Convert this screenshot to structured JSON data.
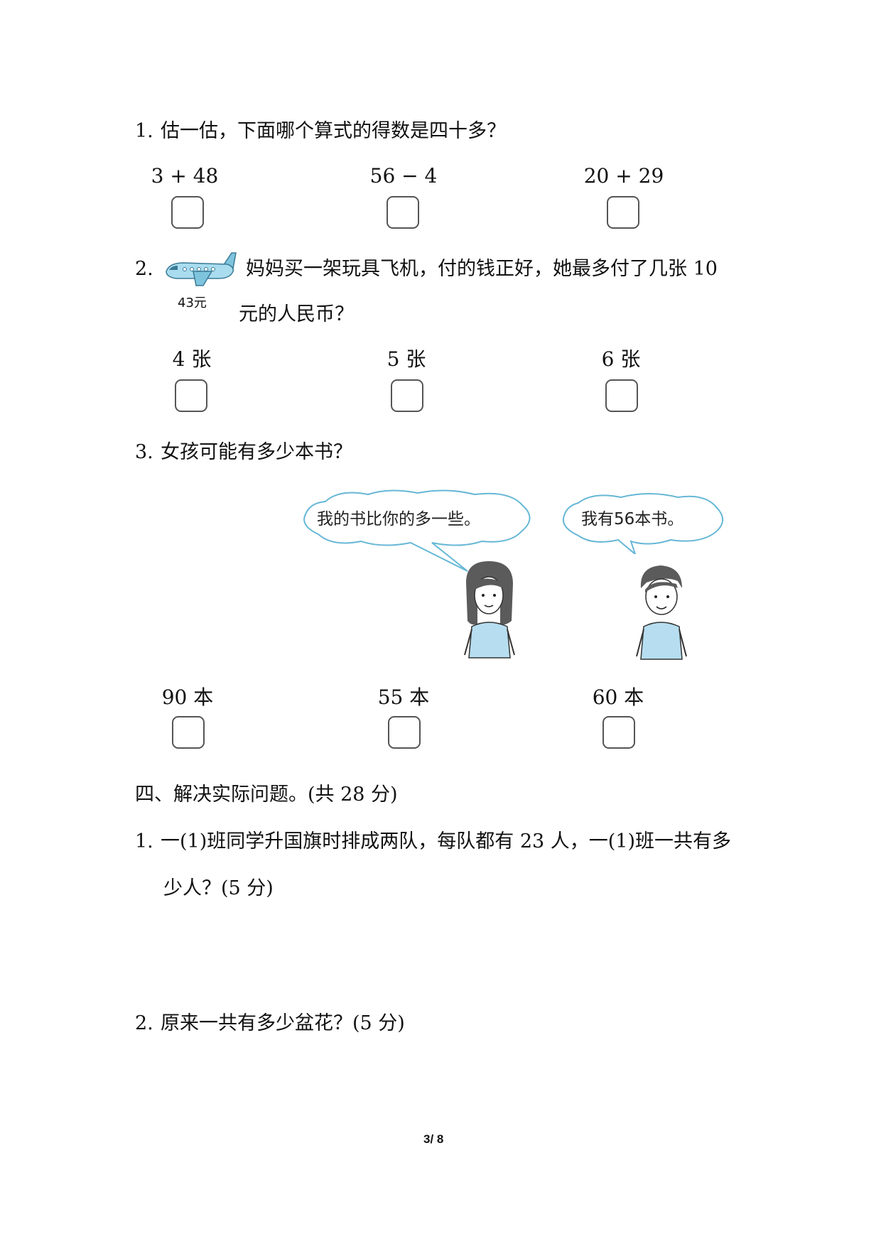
{
  "q1": {
    "number": "1.",
    "text": "估一估，下面哪个算式的得数是四十多？",
    "options": [
      "3 + 48",
      "56 − 4",
      "20 + 29"
    ]
  },
  "q2": {
    "number": "2.",
    "price_label": "43元",
    "text_line1": "妈妈买一架玩具飞机，付的钱正好，她最多付了几张 10",
    "text_line2": "元的人民币？",
    "options": [
      "4 张",
      "5 张",
      "6 张"
    ]
  },
  "q3": {
    "number": "3.",
    "text": "女孩可能有多少本书？",
    "girl_speech": "我的书比你的多一些。",
    "boy_speech": "我有56本书。",
    "options": [
      "90 本",
      "55 本",
      "60 本"
    ]
  },
  "section4": {
    "heading": "四、解决实际问题。(共 28 分)",
    "p1_number": "1.",
    "p1_line1": "一(1)班同学升国旗时排成两队，每队都有 23 人，一(1)班一共有多",
    "p1_line2": "少人？(5 分)",
    "p2_number": "2.",
    "p2_text": "原来一共有多少盆花？(5 分)"
  },
  "page_number": "3/ 8"
}
